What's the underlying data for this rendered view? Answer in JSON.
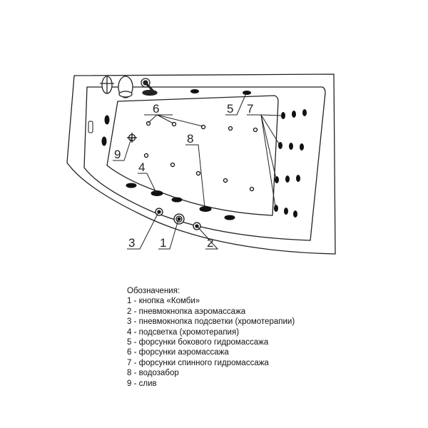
{
  "diagram": {
    "labels": [
      "1",
      "2",
      "3",
      "4",
      "5",
      "6",
      "7",
      "8",
      "9"
    ]
  },
  "legend": {
    "title": "Обозначения:",
    "items": [
      "1 - кнопка «Комби»",
      "2 - пневмокнопка аэромассажа",
      "3 - пневмокнопка подсветки (хромотерапии)",
      "4 - подсветка (хромотерапия)",
      "5 - форсунки бокового гидромассажа",
      "6 - форсунки аэромассажа",
      "7 - форсунки спинного гидромассажа",
      "8 - водозабор",
      "9 - слив"
    ]
  }
}
